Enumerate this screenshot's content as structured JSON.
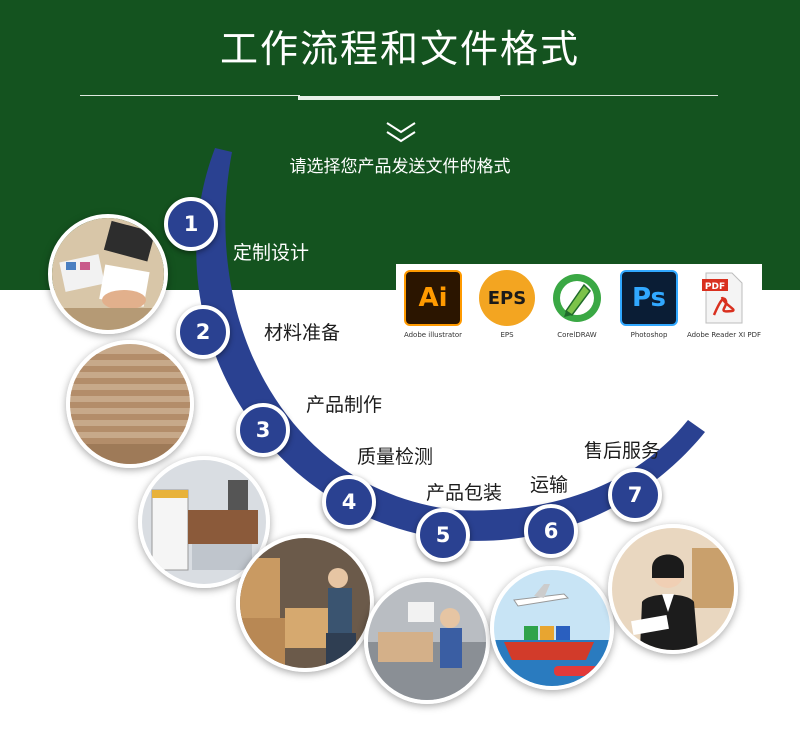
{
  "header": {
    "title": "工作流程和文件格式",
    "subtitle": "请选择您产品发送文件的格式"
  },
  "steps": [
    {
      "number": "1",
      "label": "定制设计"
    },
    {
      "number": "2",
      "label": "材料准备"
    },
    {
      "number": "3",
      "label": "产品制作"
    },
    {
      "number": "4",
      "label": "质量检测"
    },
    {
      "number": "5",
      "label": "产品包装"
    },
    {
      "number": "6",
      "label": "运输"
    },
    {
      "number": "7",
      "label": "售后服务"
    }
  ],
  "formats": [
    {
      "icon_text": "Ai",
      "label": "Adobe illustrator",
      "icon": "illustrator-icon",
      "bg": "#2b1500",
      "fg": "#ff9a00"
    },
    {
      "icon_text": "EPS",
      "label": "EPS",
      "icon": "eps-icon",
      "bg": "#f3a521",
      "fg": "#1a1a1a"
    },
    {
      "icon_text": "",
      "label": "CorelDRAW",
      "icon": "coreldraw-icon",
      "bg": "#ffffff",
      "fg": "#2f9a3c"
    },
    {
      "icon_text": "Ps",
      "label": "Photoshop",
      "icon": "photoshop-icon",
      "bg": "#0a1d35",
      "fg": "#31a8ff"
    },
    {
      "icon_text": "PDF",
      "label": "Adobe Reader XI PDF",
      "icon": "pdf-icon",
      "bg": "#ffffff",
      "fg": "#d9301f"
    }
  ],
  "colors": {
    "banner": "#14531f",
    "arc": "#2a4191",
    "step_circle": "#2a4191",
    "text": "#1c1c1c"
  }
}
